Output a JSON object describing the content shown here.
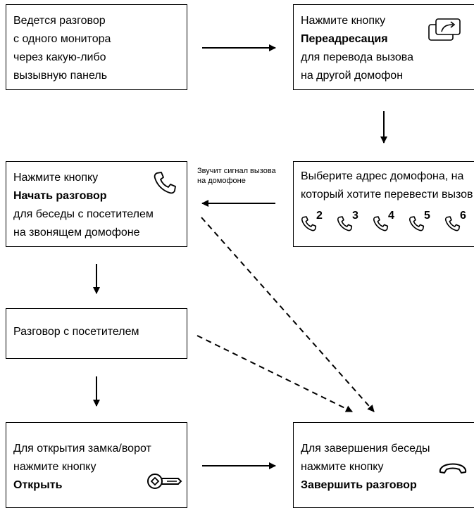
{
  "steps": {
    "s1": {
      "lines": [
        "Ведется разговор",
        "с одного монитора",
        "через какую-либо",
        "вызывную панель"
      ]
    },
    "s2": {
      "line1": "Нажмите кнопку",
      "bold": "Переадресация",
      "line3": "для перевода вызова",
      "line4": "на другой домофон",
      "icon": "forward-icon"
    },
    "s3": {
      "line1": "Нажмите кнопку",
      "bold": "Начать разговор",
      "line3": "для беседы с посетителем",
      "line4": "на звонящем домофоне",
      "icon": "handset-icon"
    },
    "s4": {
      "line1": "Выберите адрес домофона, на",
      "line2": "который хотите перевести вызов",
      "addresses": [
        "2",
        "3",
        "4",
        "5",
        "6"
      ],
      "icon": "handset-icon"
    },
    "s5": {
      "line1": "Разговор с посетителем"
    },
    "s6": {
      "line1": "Для открытия замка/ворот",
      "line2": "нажмите кнопку",
      "bold": "Открыть",
      "icon": "key-icon"
    },
    "s7": {
      "line1": "Для завершения беседы",
      "line2": "нажмите кнопку",
      "bold": "Завершить разговор",
      "icon": "hang-up-icon"
    }
  },
  "note": {
    "line1": "Звучит сигнал вызова",
    "line2": "на домофоне"
  }
}
